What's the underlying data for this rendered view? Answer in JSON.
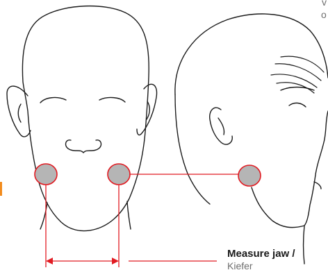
{
  "label": {
    "title": "Measure jaw",
    "separator": " /",
    "subtitle": "Kiefer"
  },
  "edge_text": {
    "line1": "v",
    "line2": "o"
  },
  "colors": {
    "measure_line": "#e11b22",
    "jaw_marker_fill": "#b5b5b5",
    "outline": "#1a1a1a",
    "label_grey": "#6e6e6e",
    "edge_marker": "#f28c1e"
  }
}
